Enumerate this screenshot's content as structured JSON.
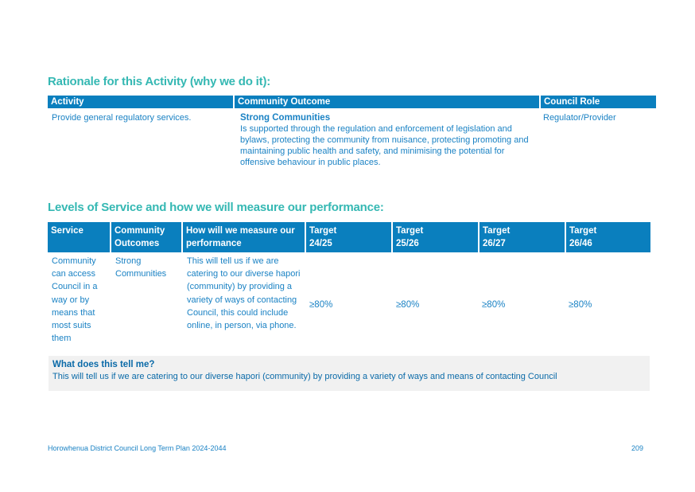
{
  "rationale": {
    "heading": "Rationale for this Activity (why we do it):",
    "columns": [
      "Activity",
      "Community Outcome",
      "Council Role"
    ],
    "activity": "Provide general regulatory services.",
    "outcome_title": "Strong Communities",
    "outcome_text": "Is supported through the regulation and enforcement of legislation and bylaws, protecting the community from nuisance, protecting promoting and maintaining public health and safety, and minimising the potential for offensive behaviour in public places.",
    "role": "Regulator/Provider"
  },
  "levels": {
    "heading": "Levels of Service and how we will measure our performance:",
    "columns": [
      {
        "line1": "Service",
        "line2": ""
      },
      {
        "line1": "Community",
        "line2": "Outcomes"
      },
      {
        "line1": "How will we measure our",
        "line2": "performance"
      },
      {
        "line1": "Target",
        "line2": "24/25"
      },
      {
        "line1": "Target",
        "line2": "25/26"
      },
      {
        "line1": "Target",
        "line2": "26/27"
      },
      {
        "line1": "Target",
        "line2": "26/46"
      }
    ],
    "row": {
      "service": "Community can access Council in a way or by means that most suits them",
      "outcomes": "Strong Communities",
      "measure": "This will tell us if we are catering to our diverse hapori (community) by providing a variety of ways of contacting Council, this could include online, in person, via phone.",
      "targets": [
        "≥80%",
        "≥80%",
        "≥80%",
        "≥80%"
      ]
    }
  },
  "note": {
    "title": "What does this tell me?",
    "text": "This will tell us if we are catering to our diverse hapori (community) by providing a variety of ways and means of contacting Council"
  },
  "footer": {
    "left": "Horowhenua District Council Long Term Plan 2024-2044",
    "page": "209"
  }
}
